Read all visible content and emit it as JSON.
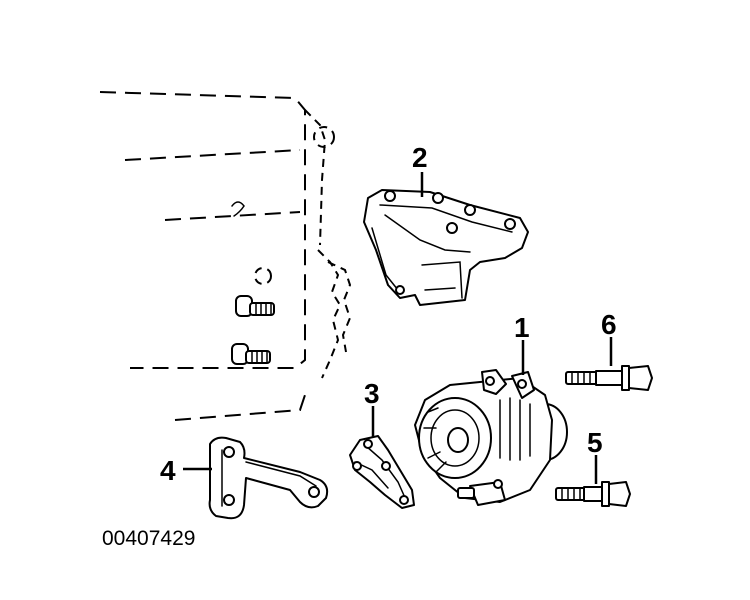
{
  "diagram": {
    "reference_number": "00407429",
    "callouts": [
      {
        "id": "1",
        "label": "1",
        "part": "alternator"
      },
      {
        "id": "2",
        "label": "2",
        "part": "upper-bracket"
      },
      {
        "id": "3",
        "label": "3",
        "part": "lower-bracket"
      },
      {
        "id": "4",
        "label": "4",
        "part": "support-strut"
      },
      {
        "id": "5",
        "label": "5",
        "part": "lower-bolt"
      },
      {
        "id": "6",
        "label": "6",
        "part": "upper-bolt"
      }
    ]
  }
}
